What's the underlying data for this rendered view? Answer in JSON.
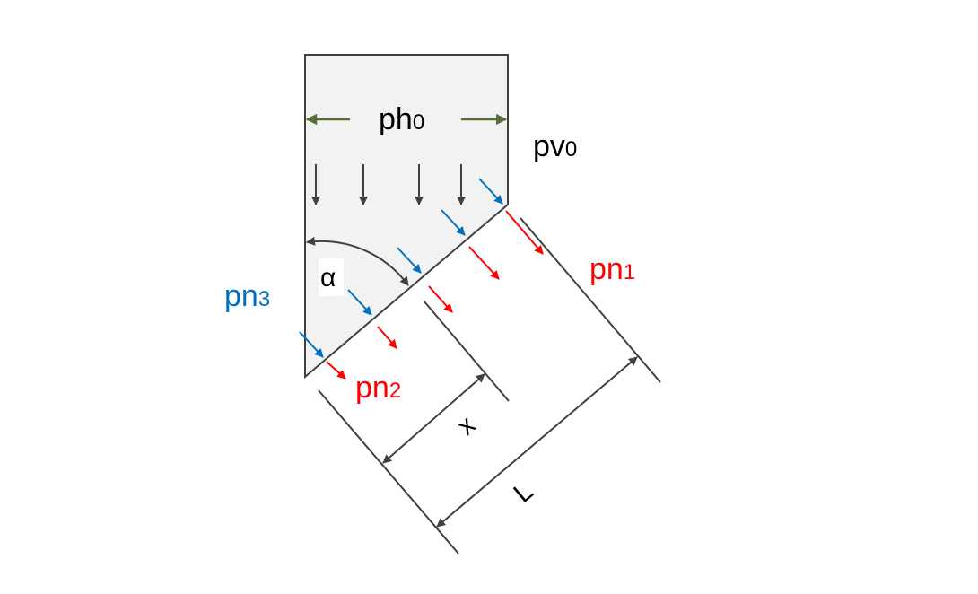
{
  "labels": {
    "ph0": {
      "base": "ph",
      "sub": "0"
    },
    "pv0": {
      "base": "pv",
      "sub": "0"
    },
    "pn1": {
      "base": "pn",
      "sub": "1"
    },
    "pn2": {
      "base": "pn",
      "sub": "2"
    },
    "pn3": {
      "base": "pn",
      "sub": "3"
    },
    "alpha": "α",
    "x": "x",
    "L": "L"
  },
  "colors": {
    "block_fill": "#f2f2f2",
    "outline": "#404040",
    "green_arrow": "#5a6e3a",
    "blue": "#0070c0",
    "red": "#ff0000",
    "text_black": "#000000"
  }
}
